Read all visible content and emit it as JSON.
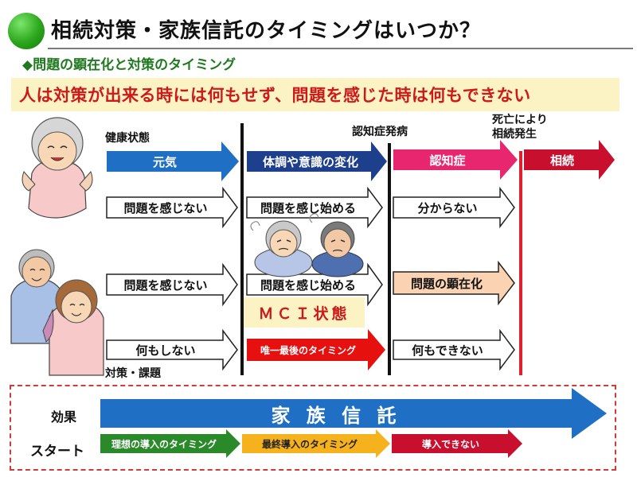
{
  "header": {
    "title": "相続対策・家族信託のタイミングはいつか？",
    "subtitle": "◆問題の顕在化と対策のタイミング",
    "banner": "人は対策が出来る時には何もせず、問題を感じた時は何もできない",
    "accent_color": "#2ba51b",
    "banner_text_color": "#cc1a1a"
  },
  "timeline": {
    "label_health": "健康状態",
    "label_onset": "認知症発病",
    "label_death": "死亡により\n相続発生",
    "label_measures": "対策・課題",
    "stages": [
      "元気",
      "体調や意識の変化",
      "認知症",
      "相続"
    ],
    "stage_colors": [
      "#1f6fc4",
      "#1d3f8c",
      "#e8256f",
      "#c8102e"
    ]
  },
  "rows": [
    {
      "cells": [
        "問題を感じない",
        "問題を感じ始める",
        "分からない"
      ]
    },
    {
      "cells": [
        "問題を感じない",
        "問題を感じ始める",
        "問題の顕在化"
      ]
    },
    {
      "cells": [
        "何もしない",
        "唯一最後のタイミング",
        "何もできない"
      ]
    }
  ],
  "mci": "ＭＣＩ状態",
  "bottom": {
    "effect_label": "効果",
    "trust_label": "家 族 信 託",
    "start_label": "スタート",
    "start_arrows": [
      "理想の導入のタイミング",
      "最終導入のタイミング",
      "導入できない"
    ],
    "start_colors": [
      "#2a8a2a",
      "#f6b21c",
      "#c8102e"
    ],
    "trust_color": "#1f6fc4"
  },
  "icons": [
    "elderly-woman-icon",
    "worried-couple-icon",
    "elderly-couple-icon"
  ]
}
